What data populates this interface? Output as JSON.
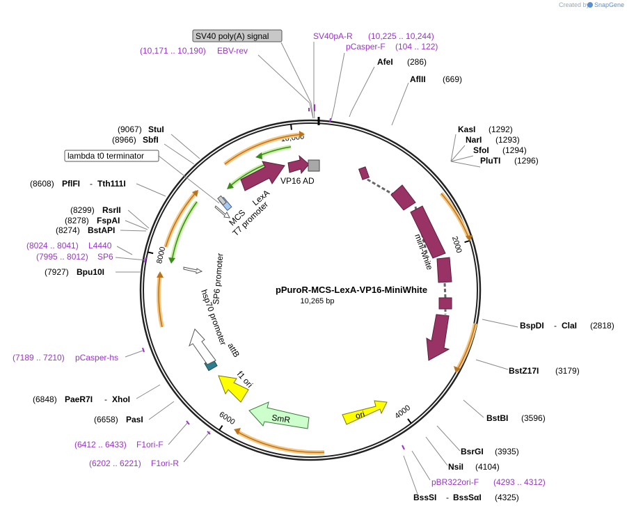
{
  "credit": {
    "prefix": "Created by",
    "brand": "SnapGene",
    "brand_color": "#5b8fd0"
  },
  "plasmid": {
    "name": "pPuroR-MCS-LexA-VP16-MiniWhite",
    "length_label": "10,265 bp",
    "length": 10265
  },
  "colors": {
    "backbone": "#222222",
    "feature_magenta": "#993366",
    "promoter_white": "#ffffff",
    "orf_orange": "#f5b65a",
    "primer_purple": "#9933cc",
    "rep_yellow": "#ffff00",
    "smr_green": "#ccffcc",
    "attb_teal": "#2e7d8c",
    "mcs_blue": "#a8c8f0",
    "terminator_gray": "#aaaaaa"
  },
  "ticks": [
    {
      "pos": 2000,
      "label": "2000"
    },
    {
      "pos": 4000,
      "label": "4000"
    },
    {
      "pos": 6000,
      "label": "6000"
    },
    {
      "pos": 8000,
      "label": "8000"
    },
    {
      "pos": 10000,
      "label": "10,000"
    }
  ],
  "features": [
    {
      "name": "LexA",
      "label": "LexA"
    },
    {
      "name": "VP16 AD",
      "label": "VP16 AD"
    },
    {
      "name": "mini-white",
      "label": "mini-white"
    },
    {
      "name": "ori",
      "label": "ori"
    },
    {
      "name": "SmR",
      "label": "SmR"
    },
    {
      "name": "f1 ori",
      "label": "f1 ori"
    },
    {
      "name": "attB",
      "label": "attB"
    },
    {
      "name": "hsp70 promoter",
      "label": "hsp70 promoter"
    },
    {
      "name": "SP6 promoter",
      "label": "SP6 promoter"
    },
    {
      "name": "T7 promoter",
      "label": "T7 promoter"
    },
    {
      "name": "MCS",
      "label": "MCS"
    }
  ],
  "boxed_labels": [
    {
      "text": "SV40 poly(A) signal"
    },
    {
      "text": "lambda t0 terminator"
    }
  ],
  "sites_right": [
    {
      "name": "AfeI",
      "pos": "(286)"
    },
    {
      "name": "AflII",
      "pos": "(669)"
    },
    {
      "name": "KasI",
      "pos": "(1292)"
    },
    {
      "name": "NarI",
      "pos": "(1293)"
    },
    {
      "name": "SfoI",
      "pos": "(1294)"
    },
    {
      "name": "PluTI",
      "pos": "(1296)"
    },
    {
      "name": "BspDI",
      "name2": "ClaI",
      "pos": "(2818)"
    },
    {
      "name": "BstZ17I",
      "pos": "(3179)"
    },
    {
      "name": "BstBI",
      "pos": "(3596)"
    },
    {
      "name": "BsrGI",
      "pos": "(3935)"
    },
    {
      "name": "NsiI",
      "pos": "(4104)"
    },
    {
      "name": "BssSI",
      "name2": "BssSαI",
      "pos": "(4325)"
    }
  ],
  "sites_left": [
    {
      "name": "StuI",
      "pos": "(9067)"
    },
    {
      "name": "SbfI",
      "pos": "(8966)"
    },
    {
      "name": "PflFI",
      "name2": "Tth111I",
      "pos": "(8608)"
    },
    {
      "name": "RsrII",
      "pos": "(8299)"
    },
    {
      "name": "FspAI",
      "pos": "(8278)"
    },
    {
      "name": "BstAPI",
      "pos": "(8274)"
    },
    {
      "name": "Bpu10I",
      "pos": "(7927)"
    },
    {
      "name": "PaeR7I",
      "name2": "XhoI",
      "pos": "(6848)"
    },
    {
      "name": "PasI",
      "pos": "(6658)"
    }
  ],
  "primers": [
    {
      "name": "SV40pA-R",
      "range": "(10,225 .. 10,244)"
    },
    {
      "name": "pCasper-F",
      "range": "(104 .. 122)"
    },
    {
      "name": "EBV-rev",
      "range": "(10,171 .. 10,190)"
    },
    {
      "name": "L4440",
      "range": "(8024 .. 8041)"
    },
    {
      "name": "SP6",
      "range": "(7995 .. 8012)"
    },
    {
      "name": "pCasper-hs",
      "range": "(7189 .. 7210)"
    },
    {
      "name": "F1ori-F",
      "range": "(6412 .. 6433)"
    },
    {
      "name": "F1ori-R",
      "range": "(6202 .. 6221)"
    },
    {
      "name": "pBR322ori-F",
      "range": "(4293 .. 4312)"
    }
  ]
}
